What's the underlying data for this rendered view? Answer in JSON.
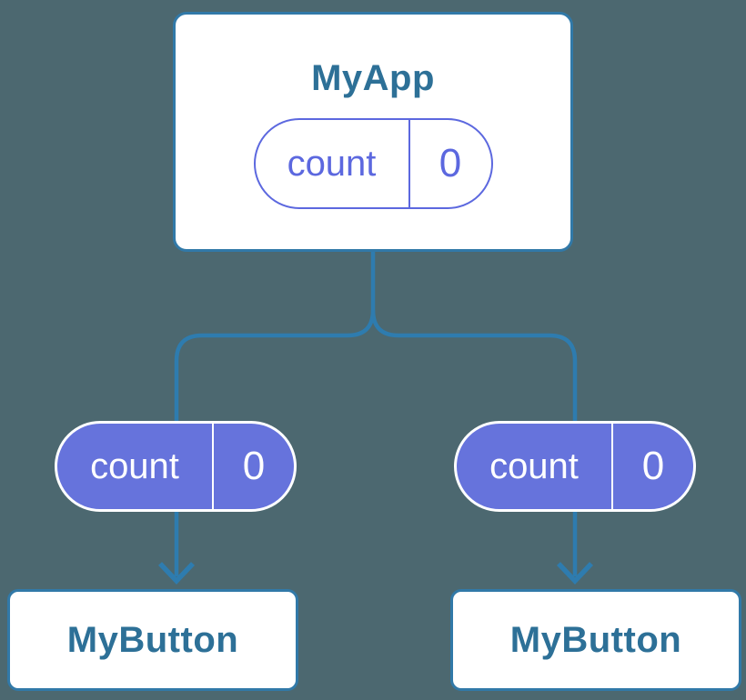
{
  "diagram": {
    "background": "#4C6870",
    "colors": {
      "node_fill": "#FFFFFF",
      "node_border": "#3179A8",
      "connector": "#2E7CAF",
      "title_text": "#2D7097",
      "pill_fill": "#6673DC",
      "pill_outline": "#5C68DF",
      "pill_text_light": "#FFFFFF"
    },
    "root": {
      "title": "MyApp",
      "state": {
        "name": "count",
        "value": "0"
      }
    },
    "children": [
      {
        "title": "MyButton",
        "state": {
          "name": "count",
          "value": "0"
        }
      },
      {
        "title": "MyButton",
        "state": {
          "name": "count",
          "value": "0"
        }
      }
    ]
  }
}
